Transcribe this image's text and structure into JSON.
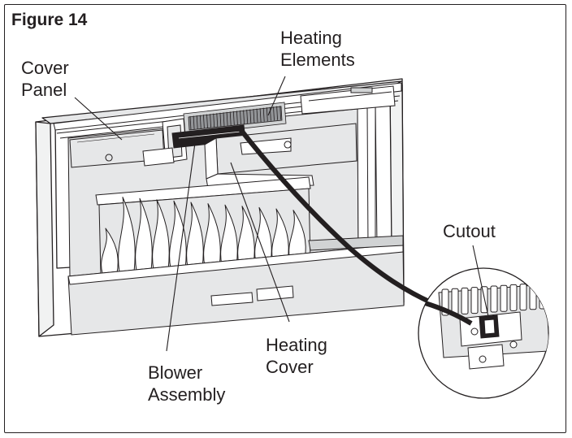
{
  "figure": {
    "title": "Figure 14",
    "labels": {
      "cover_panel": {
        "line1": "Cover",
        "line2": "Panel"
      },
      "heating_elements": {
        "line1": "Heating",
        "line2": "Elements"
      },
      "cutout": "Cutout",
      "heating_cover": {
        "line1": "Heating",
        "line2": "Cover"
      },
      "blower_assembly": {
        "line1": "Blower",
        "line2": "Assembly"
      }
    }
  },
  "colors": {
    "line": "#231f20",
    "panel_light": "#e6e7e8",
    "panel_mid": "#d1d3d4",
    "white": "#ffffff"
  }
}
